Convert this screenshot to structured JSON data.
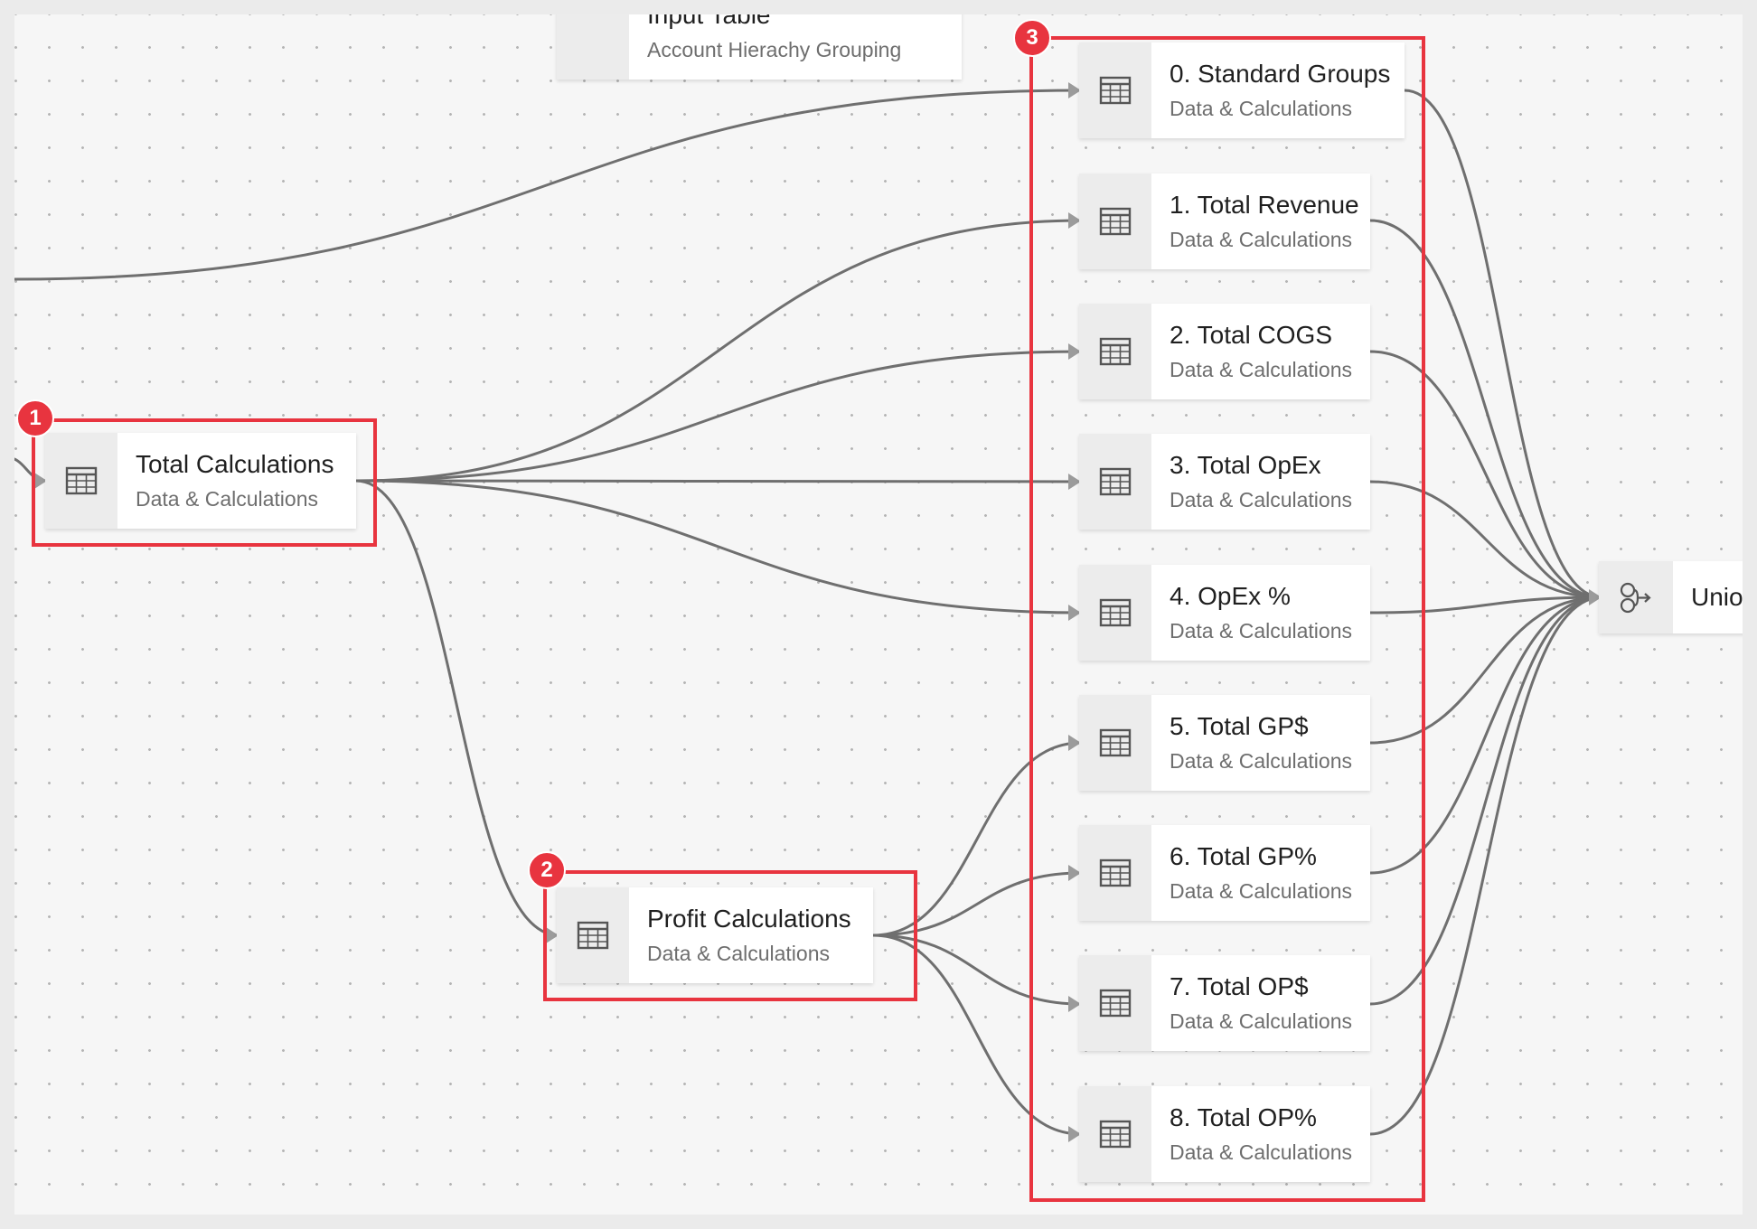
{
  "colors": {
    "highlight": "#e8343f",
    "edge": "#6f6f6f",
    "arrow": "#9b9b9b",
    "canvas": "#f6f6f6"
  },
  "nodes": {
    "input_table": {
      "title": "Input Table",
      "subtitle": "Account Hierachy Grouping",
      "icon": "table-icon"
    },
    "total_calc": {
      "title": "Total Calculations",
      "subtitle": "Data & Calculations",
      "icon": "table-icon"
    },
    "profit_calc": {
      "title": "Profit Calculations",
      "subtitle": "Data & Calculations",
      "icon": "table-icon"
    },
    "outputs": [
      {
        "title": "0. Standard Groups",
        "subtitle": "Data & Calculations",
        "icon": "table-icon"
      },
      {
        "title": "1. Total Revenue",
        "subtitle": "Data & Calculations",
        "icon": "table-icon"
      },
      {
        "title": "2. Total COGS",
        "subtitle": "Data & Calculations",
        "icon": "table-icon"
      },
      {
        "title": "3. Total OpEx",
        "subtitle": "Data & Calculations",
        "icon": "table-icon"
      },
      {
        "title": "4. OpEx %",
        "subtitle": "Data & Calculations",
        "icon": "table-icon"
      },
      {
        "title": "5. Total GP$",
        "subtitle": "Data & Calculations",
        "icon": "table-icon"
      },
      {
        "title": "6. Total GP%",
        "subtitle": "Data & Calculations",
        "icon": "table-icon"
      },
      {
        "title": "7. Total OP$",
        "subtitle": "Data & Calculations",
        "icon": "table-icon"
      },
      {
        "title": "8. Total OP%",
        "subtitle": "Data & Calculations",
        "icon": "table-icon"
      }
    ],
    "union": {
      "title": "Unio",
      "icon": "union-icon"
    }
  },
  "badges": [
    "1",
    "2",
    "3"
  ]
}
